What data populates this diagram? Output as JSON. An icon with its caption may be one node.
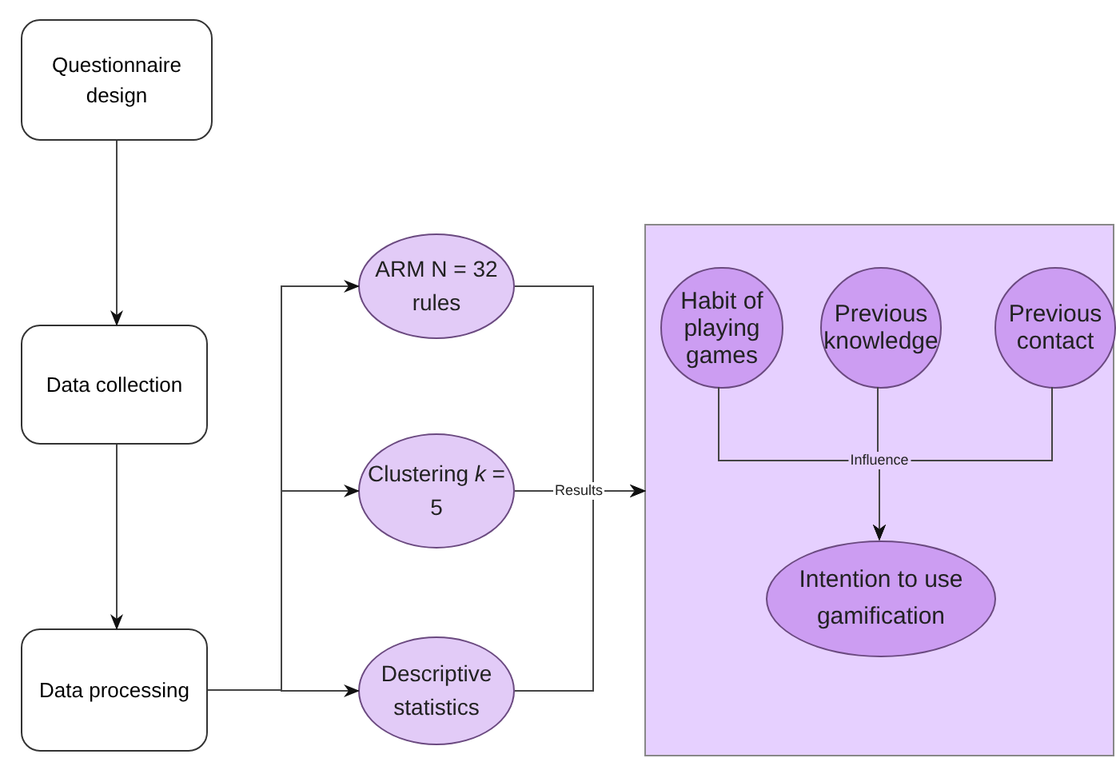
{
  "diagram": {
    "nodes": [
      {
        "text": [
          "Questionnaire design"
        ]
      },
      {
        "text": [
          "Data collection"
        ]
      },
      {
        "text": [
          "Data processing"
        ]
      },
      {
        "text": [
          "ARM N = 32 rules"
        ]
      },
      {
        "text": [
          "Clustering *k* = 5"
        ]
      },
      {
        "text": [
          "Descriptive statistics"
        ]
      },
      {
        "text": [],
        "shape": "box"
      },
      {
        "text": [
          "Habit of playing games"
        ],
        "in": 6
      },
      {
        "text": [
          "Previous knowledge"
        ],
        "in": 6
      },
      {
        "text": [
          "Previous contact"
        ],
        "in": 6
      },
      {
        "text": [
          "Intention to use gamification"
        ],
        "in": 6
      }
    ],
    "edges": [
      {
        "from": 0,
        "to": 1,
        "arrow": "to"
      },
      {
        "from": 1,
        "to": 2,
        "arrow": "to"
      },
      {
        "from": 2,
        "to": 3,
        "arrow": "to"
      },
      {
        "from": 2,
        "to": 4,
        "arrow": "to"
      },
      {
        "from": 2,
        "to": 5,
        "arrow": "to"
      },
      {
        "from": 3,
        "to": 6,
        "arrow": "to"
      },
      {
        "from": 4,
        "to": 6,
        "label": "Results",
        "arrow": "to"
      },
      {
        "from": 5,
        "to": 6,
        "arrow": "to"
      },
      {
        "from": 7,
        "to": 10,
        "arrow": "to"
      },
      {
        "from": 8,
        "to": 10,
        "label": "Influence",
        "arrow": "to"
      },
      {
        "from": 9,
        "to": 10,
        "arrow": "to"
      }
    ]
  }
}
